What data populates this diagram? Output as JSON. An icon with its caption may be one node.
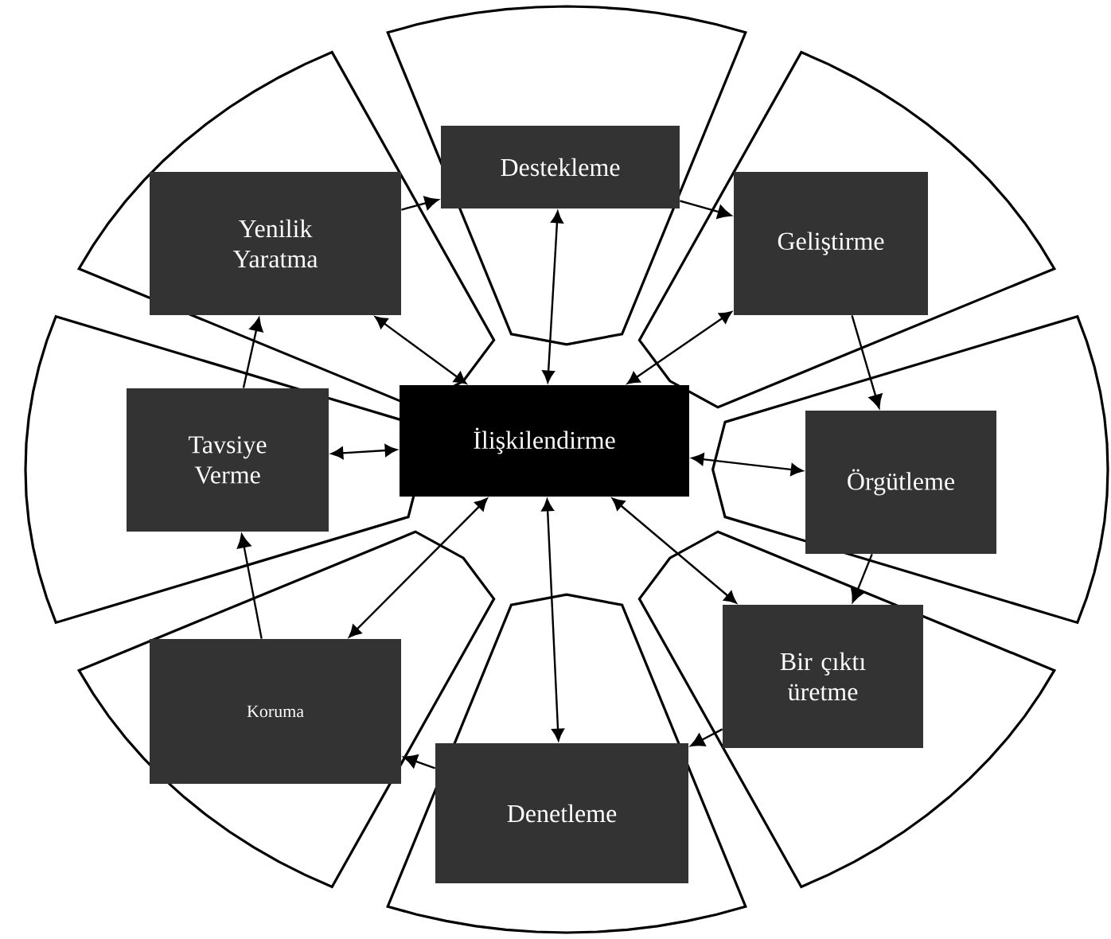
{
  "diagram": {
    "nodes": [
      {
        "text": [
          "İlişkilendirme"
        ]
      },
      {
        "text": [
          "Destekleme"
        ]
      },
      {
        "text": [
          "Geliştirme"
        ]
      },
      {
        "text": [
          "Örgütleme"
        ]
      },
      {
        "text": [
          "Bir çıktı üretme"
        ]
      },
      {
        "text": [
          "Denetleme"
        ]
      },
      {
        "text": [
          "Koruma"
        ]
      },
      {
        "text": [
          "Tavsiye Verme"
        ]
      },
      {
        "text": [
          "Yenilik Yaratma"
        ]
      }
    ],
    "edges": [
      {
        "from": 0,
        "to": 1,
        "arrow": "both"
      },
      {
        "from": 0,
        "to": 2,
        "arrow": "both"
      },
      {
        "from": 0,
        "to": 3,
        "arrow": "both"
      },
      {
        "from": 0,
        "to": 4,
        "arrow": "both"
      },
      {
        "from": 0,
        "to": 5,
        "arrow": "both"
      },
      {
        "from": 0,
        "to": 6,
        "arrow": "both"
      },
      {
        "from": 0,
        "to": 7,
        "arrow": "both"
      },
      {
        "from": 0,
        "to": 8,
        "arrow": "both"
      },
      {
        "from": 1,
        "to": 2,
        "arrow": "to"
      },
      {
        "from": 2,
        "to": 3,
        "arrow": "to"
      },
      {
        "from": 3,
        "to": 4,
        "arrow": "to"
      },
      {
        "from": 4,
        "to": 5,
        "arrow": "to"
      },
      {
        "from": 5,
        "to": 6,
        "arrow": "to"
      },
      {
        "from": 6,
        "to": 7,
        "arrow": "to"
      },
      {
        "from": 7,
        "to": 8,
        "arrow": "to"
      },
      {
        "from": 8,
        "to": 1,
        "arrow": "to"
      }
    ]
  }
}
